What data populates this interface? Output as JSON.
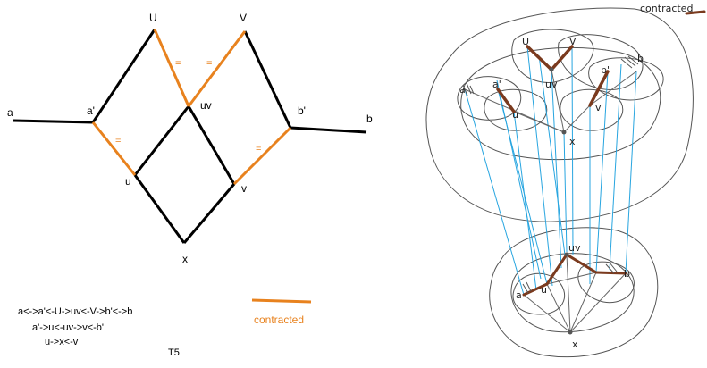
{
  "colors": {
    "edge": "#000000",
    "contracted": "#e8821e",
    "projection": "#27a5e0",
    "sketch": "#444444",
    "contracted_sketch": "#7a3a1e"
  },
  "left_graph": {
    "node_labels": {
      "a": "a",
      "a1": "a'",
      "U": "U",
      "V": "V",
      "uv": "uv",
      "b1": "b'",
      "b": "b",
      "u": "u",
      "v": "v",
      "x": "x"
    },
    "equal_marks": [
      "=",
      "=",
      "=",
      "="
    ],
    "legend_label": "contracted",
    "notes": [
      "a<->a'<-U->uv<-V->b'<->b",
      "a'->u<-uv->v<-b'",
      "u->x<-v"
    ],
    "caption": "T5"
  },
  "right_sketch": {
    "legend_label": "contracted",
    "upper_labels": {
      "U": "U",
      "V": "V",
      "a": "a",
      "a1": "a'",
      "uv": "uv",
      "b1": "b'",
      "b": "b",
      "u": "u",
      "v": "v",
      "x": "x"
    },
    "lower_labels": {
      "uv": "uv",
      "u": "u",
      "a": "a",
      "b": "b",
      "x": "x"
    }
  }
}
